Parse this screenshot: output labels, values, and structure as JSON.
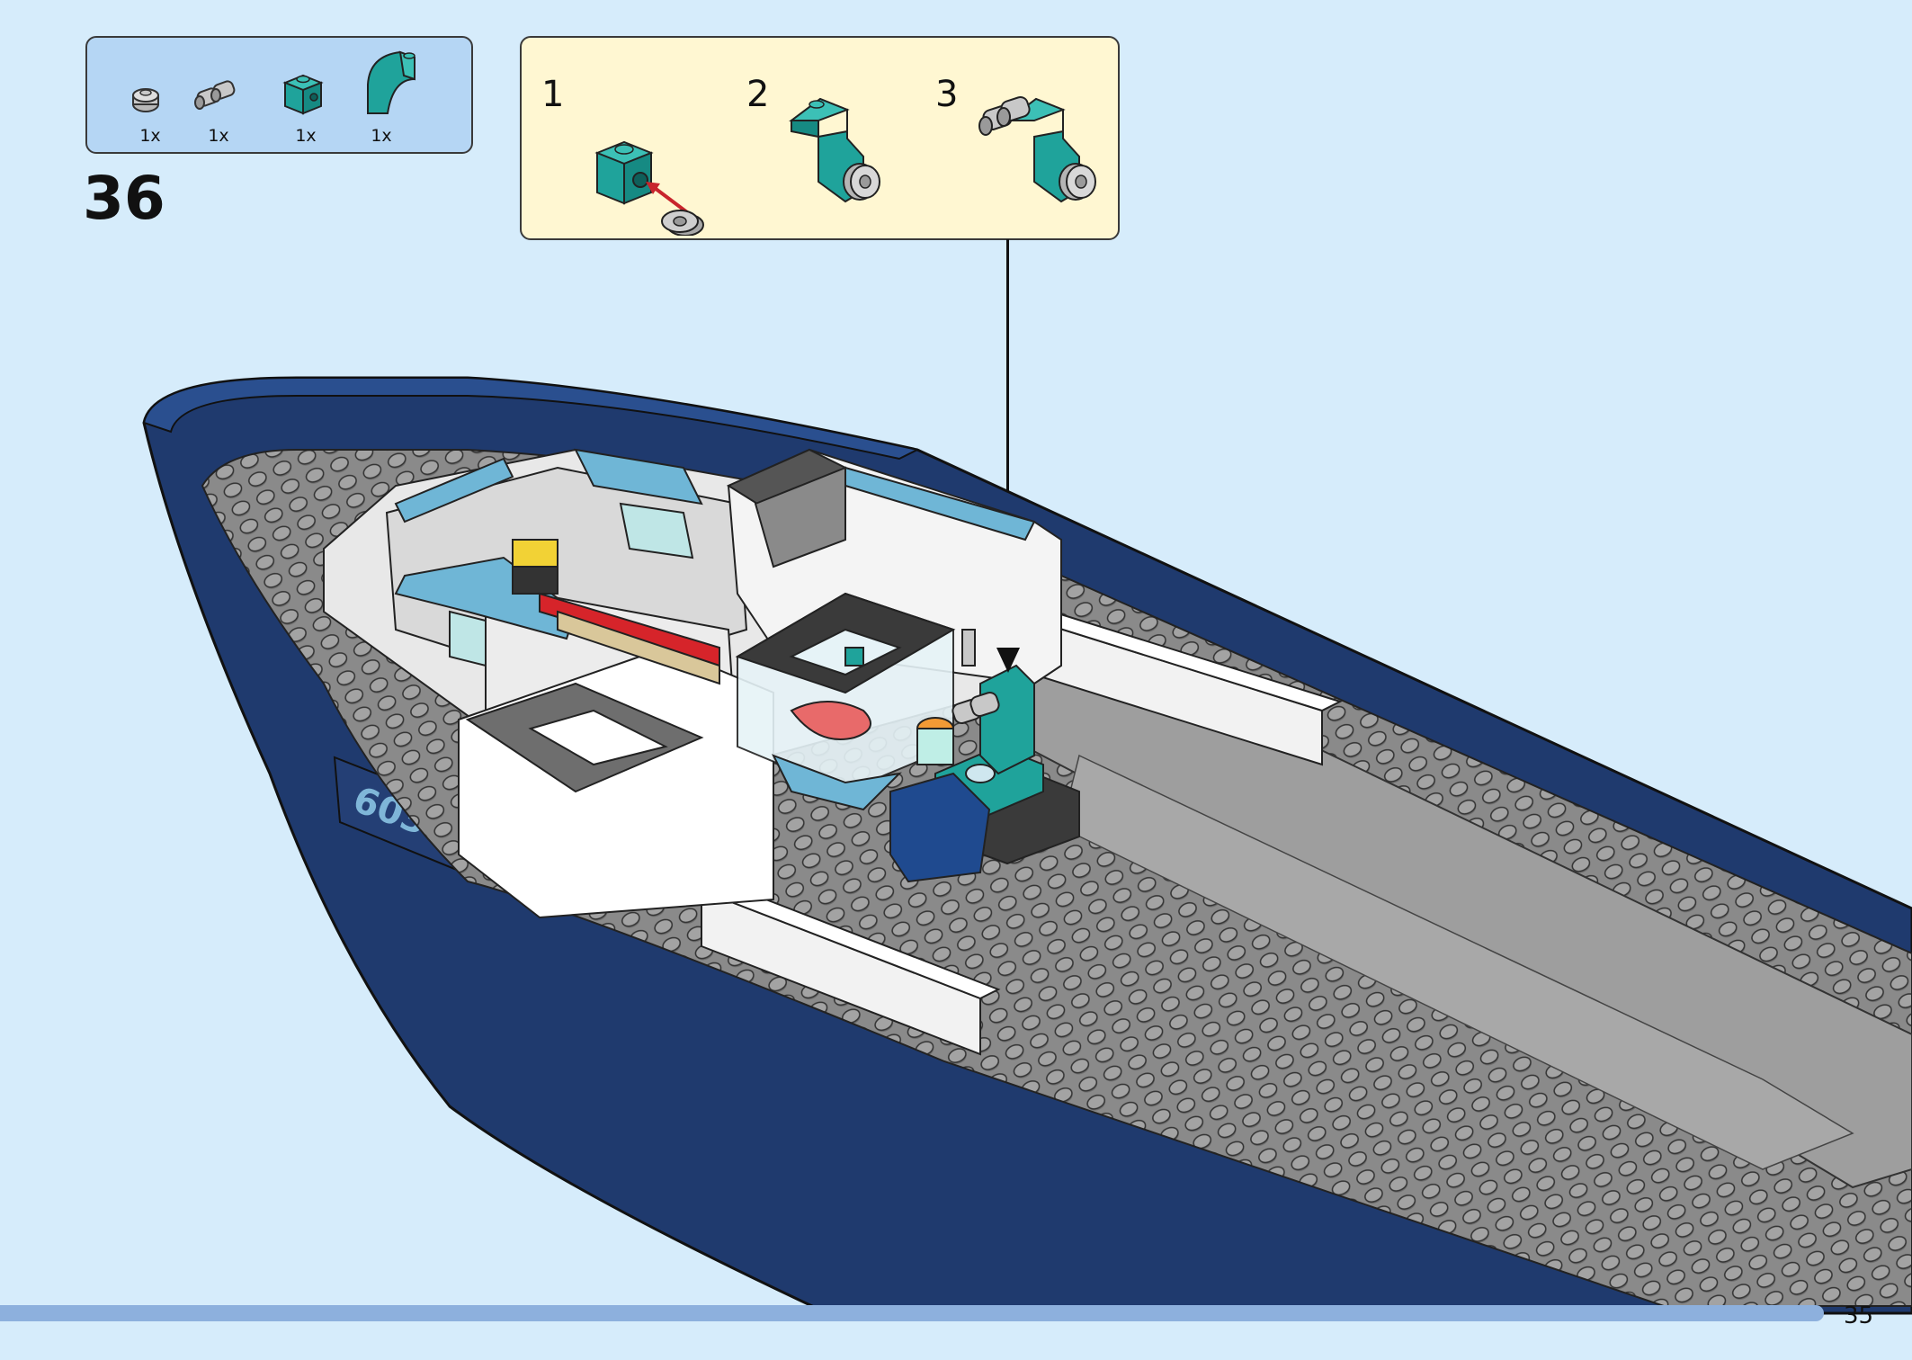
{
  "parts_list": [
    {
      "icon": "round-plate-gray-icon",
      "qty": "1x"
    },
    {
      "icon": "binoculars-gray-icon",
      "qty": "1x"
    },
    {
      "icon": "brick-teal-with-stud-icon",
      "qty": "1x"
    },
    {
      "icon": "curved-slope-teal-icon",
      "qty": "1x"
    }
  ],
  "step_number": "36",
  "sub_steps": [
    {
      "number": "1",
      "icon": "teal-brick-attach-gray-plate-icon"
    },
    {
      "number": "2",
      "icon": "teal-bracket-assembly-icon"
    },
    {
      "number": "3",
      "icon": "binoculars-on-teal-assembly-icon"
    }
  ],
  "hull_number": "60368",
  "page_number": "35",
  "colors": {
    "background": "#d6ecfb",
    "parts_box": "#b5d6f4",
    "sub_box": "#fff7d2",
    "hull": "#1f3a6e",
    "deck": "#8a8a8a",
    "teal": "#1fa39b",
    "bar": "#8db0dd"
  }
}
